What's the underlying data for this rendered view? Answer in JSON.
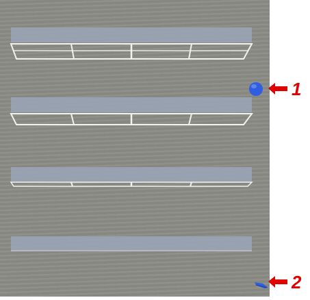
{
  "scene": {
    "ground_color": "#8a8b84",
    "panel_color": "#9aa4b4",
    "frame_color": "#f2f2ee",
    "object_color": "#2f5fe0"
  },
  "annotations": {
    "arrow_color": "#e00000",
    "markers": [
      {
        "label": "1",
        "object": "blue-sphere-object"
      },
      {
        "label": "2",
        "object": "blue-flat-object"
      }
    ]
  }
}
